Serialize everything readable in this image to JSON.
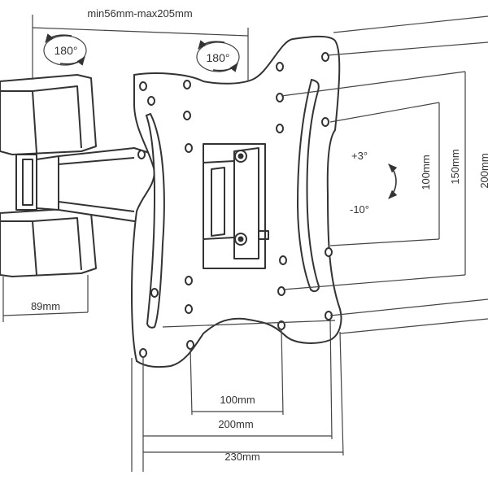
{
  "diagram": {
    "top_dimension": "min56mm-max205mm",
    "swivel_left": "180°",
    "swivel_right": "180°",
    "tilt_up": "+3°",
    "tilt_down": "-10°",
    "vertical_dims": {
      "inner": "100mm",
      "middle": "150mm",
      "outer": "200mm"
    },
    "horizontal_dims": {
      "inner": "100mm",
      "middle": "200mm",
      "outer": "230mm"
    },
    "wall_plate_width": "89mm"
  },
  "colors": {
    "line": "#333333",
    "dimension_line": "#444444",
    "background": "#ffffff"
  }
}
